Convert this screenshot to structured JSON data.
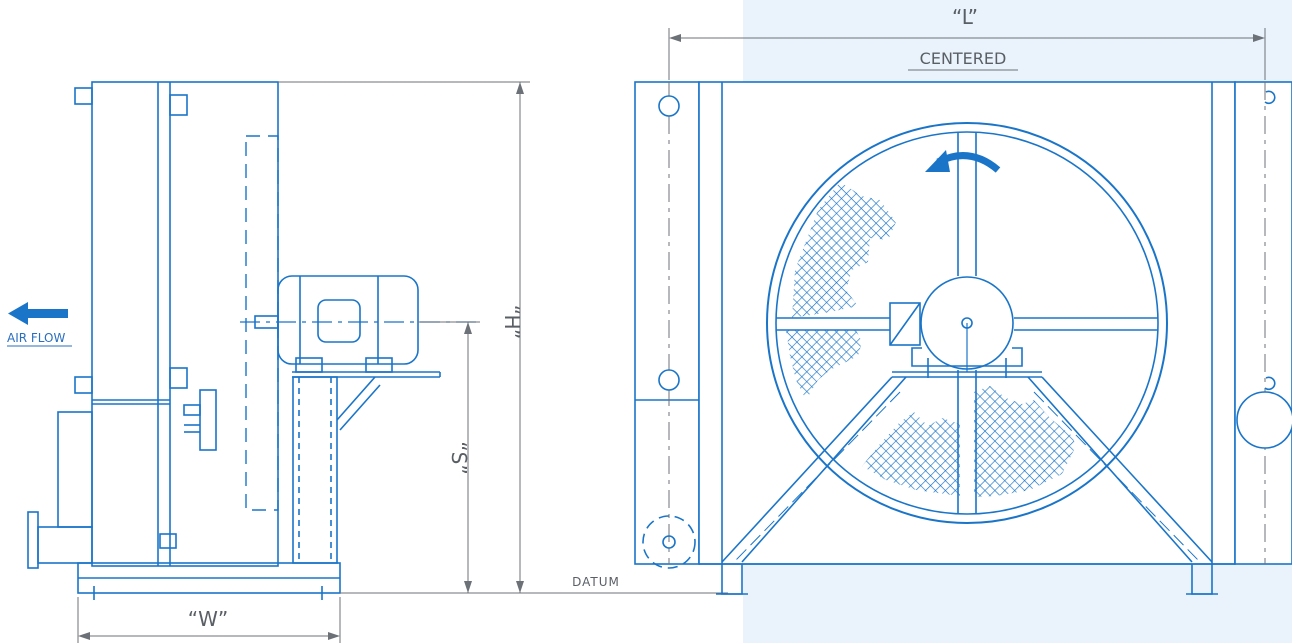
{
  "colors": {
    "line": "#1a75c9",
    "dim": "#6c7178",
    "highlight": "#eaf3fb",
    "arrow": "#1a75c9"
  },
  "labels": {
    "length": "“L”",
    "centered": "CENTERED",
    "height": "“H”",
    "shaft": "“S”",
    "width": "“W”",
    "datum": "DATUM",
    "air_flow": "AIR FLOW"
  },
  "icons": {
    "airflow": "arrow-left-icon",
    "rotation": "curved-arrow-icon"
  }
}
